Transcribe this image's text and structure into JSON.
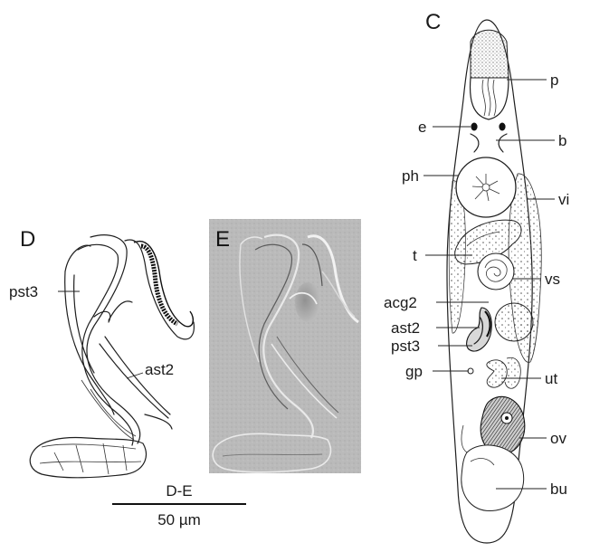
{
  "figure": {
    "panels": {
      "c": "C",
      "d": "D",
      "e": "E"
    },
    "labels_c": {
      "p": "p",
      "e": "e",
      "b": "b",
      "ph": "ph",
      "vi": "vi",
      "t": "t",
      "vs": "vs",
      "acg2": "acg2",
      "ast2": "ast2",
      "pst3": "pst3",
      "gp": "gp",
      "ut": "ut",
      "ov": "ov",
      "bu": "bu"
    },
    "labels_d": {
      "pst3": "pst3",
      "ast2": "ast2"
    },
    "scale_bar": {
      "caption": "D-E",
      "value": "50 µm"
    }
  }
}
